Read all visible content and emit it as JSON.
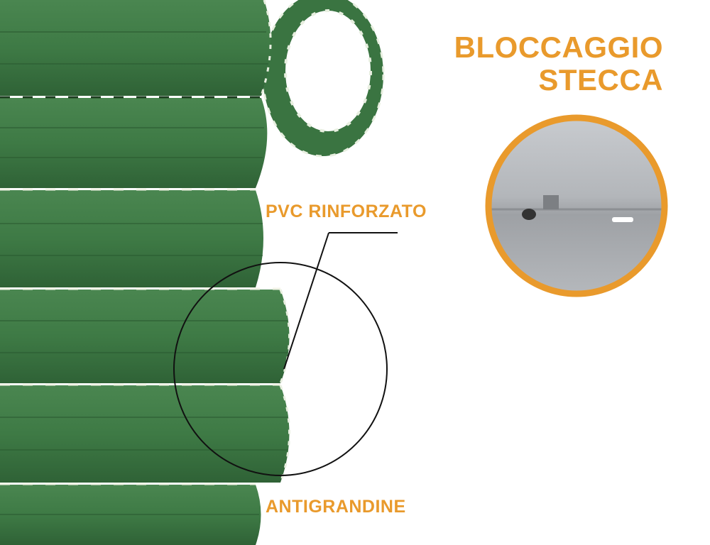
{
  "title": {
    "line1": "BLOCCAGGIO",
    "line2": "STECCA"
  },
  "labels": {
    "pvc": "PVC RINFORZATO",
    "antigrandine": "ANTIGRANDINE"
  },
  "colors": {
    "accent": "#e99a2c",
    "slat_green": "#3f7a45",
    "slat_dark": "#2f6236",
    "detail_gray": "#b9bcc0"
  }
}
